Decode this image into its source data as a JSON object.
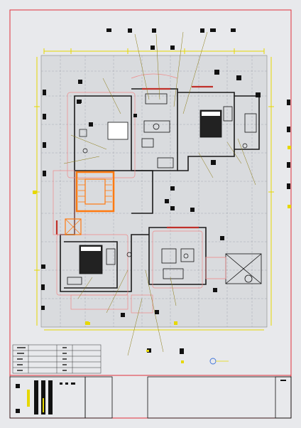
{
  "drawing": {
    "kind": "architectural floor plan",
    "colors": {
      "background": "#e8e9ec",
      "border_red": "#e0303a",
      "wall": "#1a1a1a",
      "wall_accent": "#c0302a",
      "stair_orange": "#ff7a10",
      "dimension_yellow": "#e6d800",
      "furniture_pink": "#f08a8a",
      "leader_olive": "#8a7a10",
      "grid_gray": "#9aa0a8",
      "tag_black": "#111111",
      "north_blue": "#3a70d8"
    },
    "rooms": [
      {
        "id": "bedroom-upper-left",
        "icon": "bed-icon"
      },
      {
        "id": "bedroom-upper-right",
        "icon": "bed-icon"
      },
      {
        "id": "bedroom-lower-left",
        "icon": "bed-icon"
      },
      {
        "id": "living-area",
        "icon": "sofa-icon"
      },
      {
        "id": "staircase",
        "icon": "stair-icon"
      },
      {
        "id": "bathroom-right",
        "icon": "bath-icon"
      },
      {
        "id": "balcony-lower-right",
        "icon": "roof-icon"
      }
    ],
    "title_block": {
      "legend_rows": 5
    }
  }
}
